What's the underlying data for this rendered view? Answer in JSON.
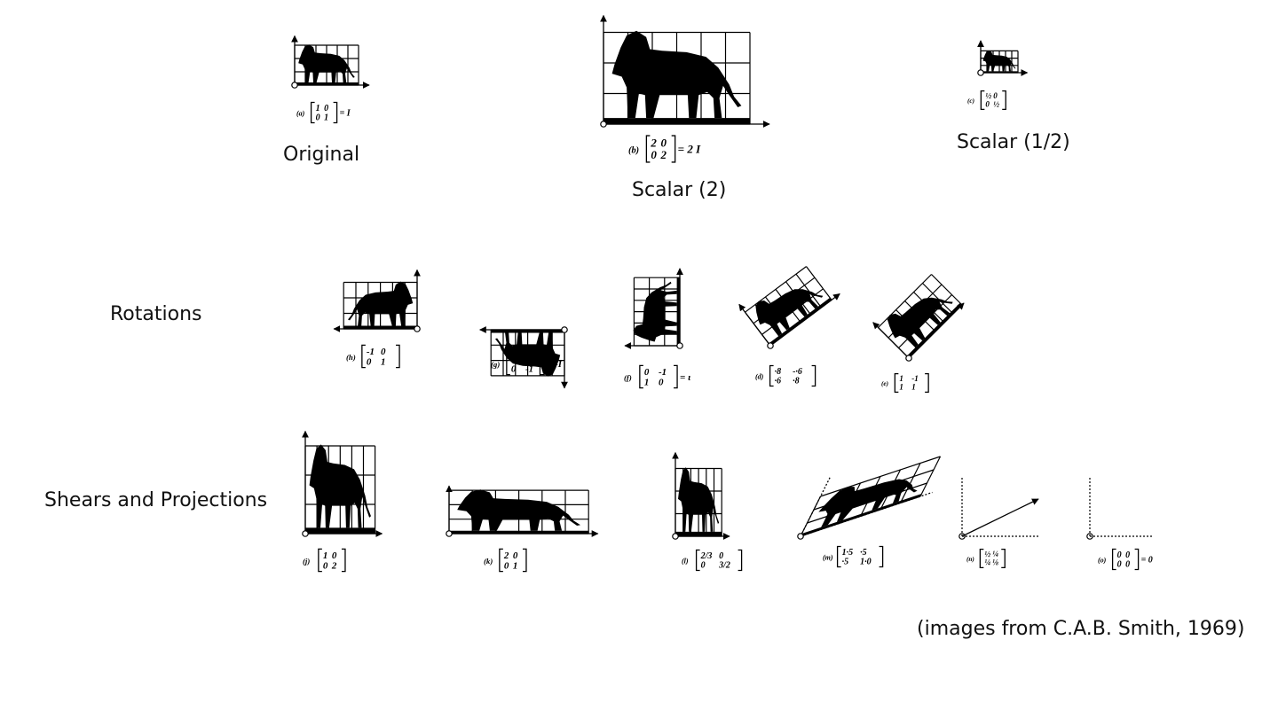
{
  "labels": {
    "original": "Original",
    "scalar2": "Scalar (2)",
    "scalar_half": "Scalar (1/2)",
    "rotations": "Rotations",
    "shears": "Shears and Projections",
    "source": "(images from C.A.B. Smith, 1969)"
  },
  "matrices": {
    "a": {
      "tag": "(a)",
      "m": [
        [
          "1",
          "0"
        ],
        [
          "0",
          "1"
        ]
      ],
      "suffix": "= I"
    },
    "b": {
      "tag": "(b)",
      "m": [
        [
          "2",
          "0"
        ],
        [
          "0",
          "2"
        ]
      ],
      "suffix": "= 2 I"
    },
    "c": {
      "tag": "(c)",
      "m": [
        [
          "½",
          "0"
        ],
        [
          "0",
          "½"
        ]
      ],
      "suffix": ""
    },
    "h": {
      "tag": "(h)",
      "m": [
        [
          "-1",
          "0"
        ],
        [
          "0",
          "1"
        ]
      ],
      "suffix": ""
    },
    "g": {
      "tag": "(g)",
      "m": [
        [
          "-1",
          "0"
        ],
        [
          "0",
          "-1"
        ]
      ],
      "suffix": "= -I"
    },
    "f": {
      "tag": "(f)",
      "m": [
        [
          "0",
          "-1"
        ],
        [
          "1",
          "0"
        ]
      ],
      "suffix": "= ι"
    },
    "d": {
      "tag": "(d)",
      "m": [
        [
          "·8",
          "-·6"
        ],
        [
          "·6",
          "·8"
        ]
      ],
      "suffix": ""
    },
    "e": {
      "tag": "(e)",
      "m": [
        [
          "1",
          "-1"
        ],
        [
          "1",
          "1"
        ]
      ],
      "suffix": ""
    },
    "j": {
      "tag": "(j)",
      "m": [
        [
          "1",
          "0"
        ],
        [
          "0",
          "2"
        ]
      ],
      "suffix": ""
    },
    "k": {
      "tag": "(k)",
      "m": [
        [
          "2",
          "0"
        ],
        [
          "0",
          "1"
        ]
      ],
      "suffix": ""
    },
    "l": {
      "tag": "(l)",
      "m": [
        [
          "2/3",
          "0"
        ],
        [
          "0",
          "3/2"
        ]
      ],
      "suffix": ""
    },
    "m": {
      "tag": "(m)",
      "m": [
        [
          "1·5",
          "·5"
        ],
        [
          "·5",
          "1·0"
        ]
      ],
      "suffix": ""
    },
    "n": {
      "tag": "(n)",
      "m": [
        [
          "½",
          "¼"
        ],
        [
          "¼",
          "⅛"
        ]
      ],
      "suffix": ""
    },
    "o": {
      "tag": "(o)",
      "m": [
        [
          "0",
          "0"
        ],
        [
          "0",
          "0"
        ]
      ],
      "suffix": "= 0"
    }
  }
}
